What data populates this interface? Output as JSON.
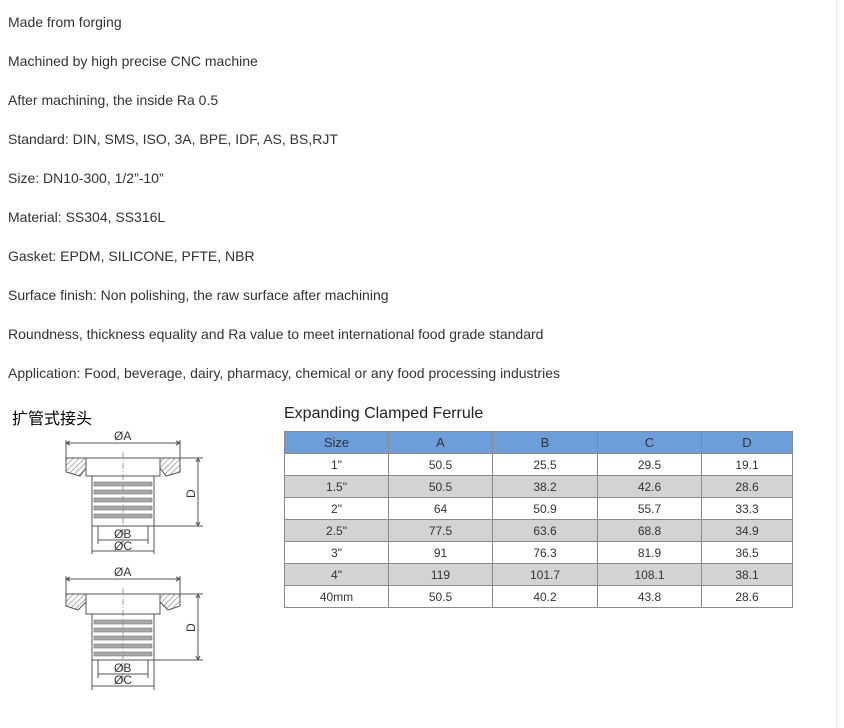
{
  "specs": [
    "Made from forging",
    "Machined by high precise CNC machine",
    "After machining, the inside Ra 0.5",
    "Standard: DIN, SMS, ISO, 3A, BPE, IDF, AS, BS,RJT",
    "Size: DN10-300, 1/2”-10”",
    "Material: SS304, SS316L",
    "Gasket: EPDM, SILICONE, PFTE, NBR",
    "Surface finish: Non polishing, the raw surface after machining",
    "Roundness, thickness equality and Ra value to meet international food grade standard",
    "Application: Food, beverage, dairy, pharmacy, chemical or any food processing industries"
  ],
  "drawing": {
    "title": "扩管式接头",
    "labels": {
      "a": "ØA",
      "b": "ØB",
      "c": "ØC",
      "d": "D"
    }
  },
  "table": {
    "title": "Expanding Clamped Ferrule",
    "headers": [
      "Size",
      "A",
      "B",
      "C",
      "D"
    ],
    "rows": [
      [
        "1\"",
        "50.5",
        "25.5",
        "29.5",
        "19.1"
      ],
      [
        "1.5\"",
        "50.5",
        "38.2",
        "42.6",
        "28.6"
      ],
      [
        "2\"",
        "64",
        "50.9",
        "55.7",
        "33.3"
      ],
      [
        "2.5\"",
        "77.5",
        "63.6",
        "68.8",
        "34.9"
      ],
      [
        "3\"",
        "91",
        "76.3",
        "81.9",
        "36.5"
      ],
      [
        "4\"",
        "119",
        "101.7",
        "108.1",
        "38.1"
      ],
      [
        "40mm",
        "50.5",
        "40.2",
        "43.8",
        "28.6"
      ]
    ]
  },
  "colors": {
    "header_bg": "#6d9ed9",
    "shade_row": "#d3d3d3",
    "text": "#333333"
  }
}
